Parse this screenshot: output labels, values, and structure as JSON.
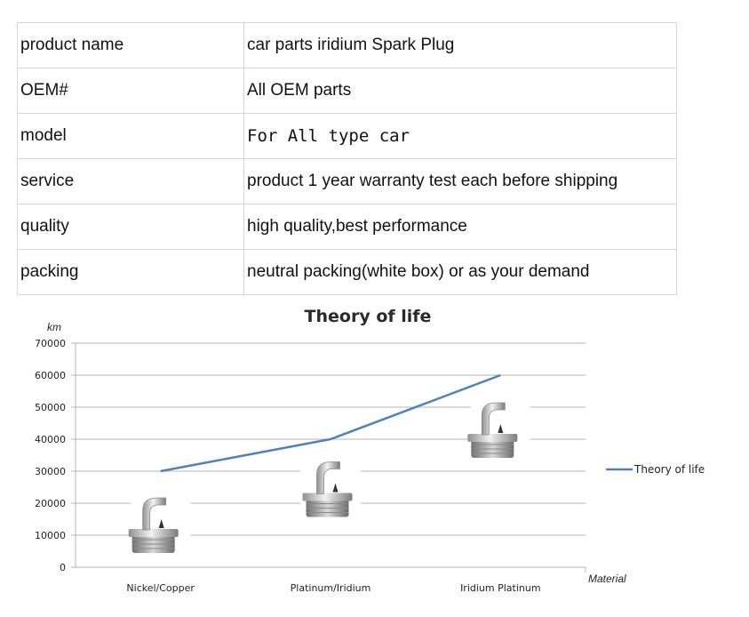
{
  "specs": [
    {
      "key": "product name",
      "value": "car parts iridium Spark Plug"
    },
    {
      "key": "OEM#",
      "value": "All OEM parts"
    },
    {
      "key": "model",
      "value": "For All type car"
    },
    {
      "key": "service",
      "value": "product 1 year warranty  test each before shipping"
    },
    {
      "key": "quality",
      "value": "high quality,best performance"
    },
    {
      "key": "packing",
      "value": "neutral packing(white box) or as your demand"
    }
  ],
  "chart_data": {
    "type": "line",
    "title": "Theory of life",
    "xlabel": "Material",
    "ylabel": "km",
    "categories": [
      "Nickel/Copper",
      "Platinum/Iridium",
      "Iridium Platinum"
    ],
    "series": [
      {
        "name": "Theory of life",
        "values": [
          30000,
          40000,
          60000
        ],
        "color": "#4f81bd"
      }
    ],
    "ylim": [
      0,
      70000
    ],
    "yticks": [
      0,
      10000,
      20000,
      30000,
      40000,
      50000,
      60000,
      70000
    ],
    "grid": true,
    "legend": "right",
    "icons": [
      "spark-plug-icon",
      "spark-plug-icon",
      "spark-plug-icon"
    ]
  }
}
